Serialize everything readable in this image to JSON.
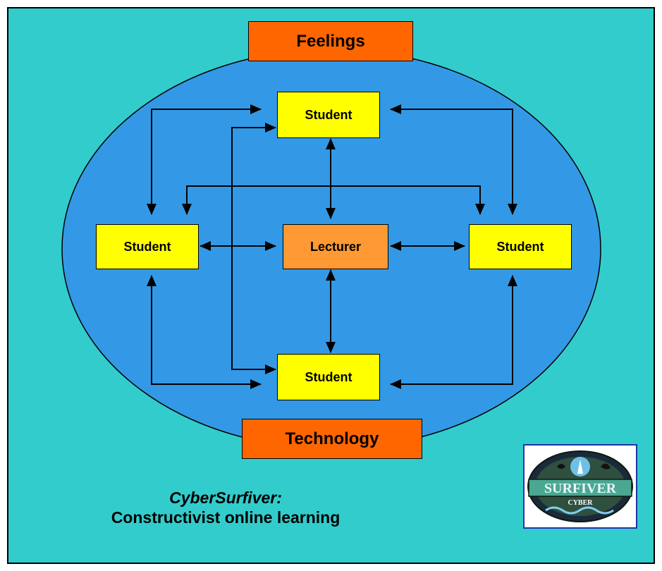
{
  "nodes": {
    "top_student": "Student",
    "left_student": "Student",
    "lecturer": "Lecturer",
    "right_student": "Student",
    "bottom_student": "Student"
  },
  "labels": {
    "feelings": "Feelings",
    "technology": "Technology"
  },
  "caption": {
    "line1": "CyberSurfiver:",
    "line2": "Constructivist online learning"
  },
  "logo": {
    "main_text": "SURFIVER",
    "sub_text": "CYBER"
  },
  "colors": {
    "background": "#33cccc",
    "ellipse": "#3399e6",
    "student_fill": "#ffff00",
    "lecturer_fill": "#ff9933",
    "tag_fill": "#ff6600",
    "logo_border": "#2233aa"
  }
}
